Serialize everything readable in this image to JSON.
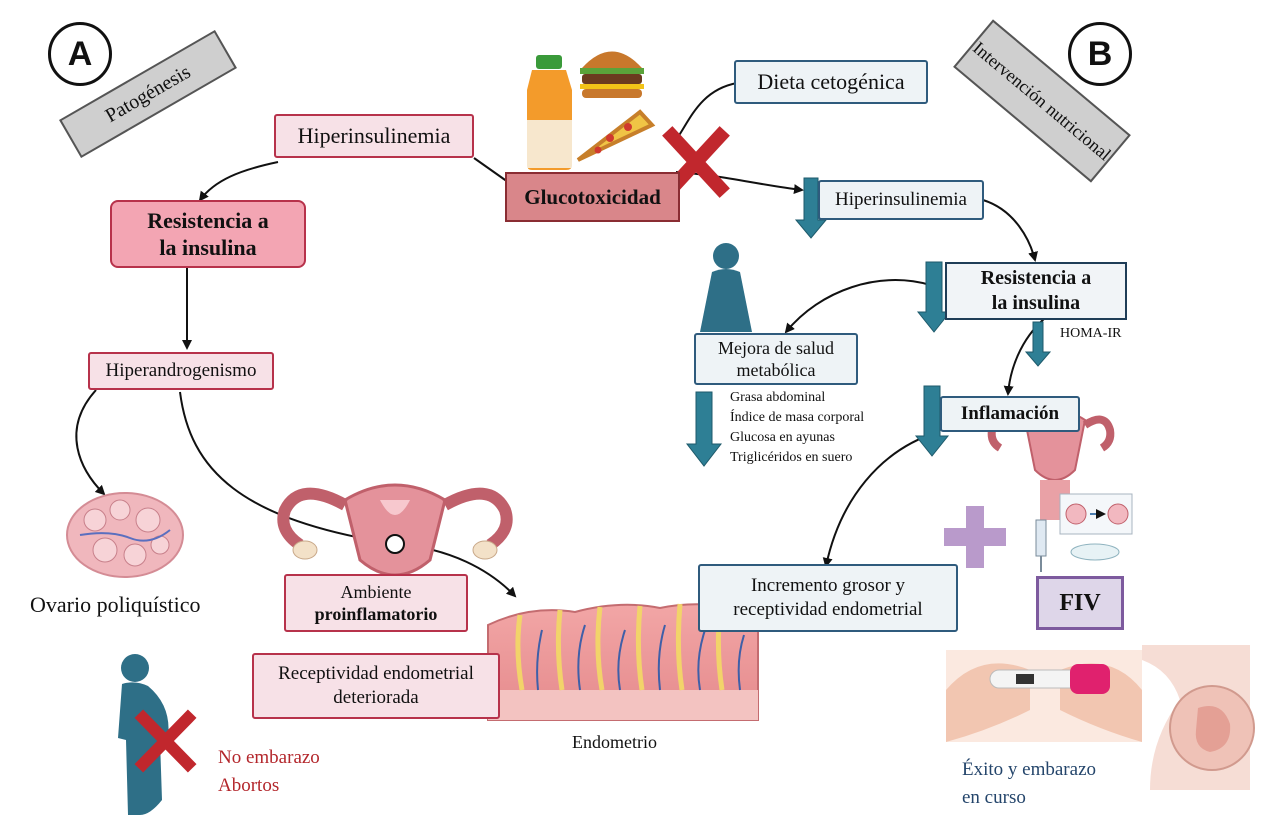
{
  "panels": {
    "a_label": "A",
    "b_label": "B",
    "a_tag": "Patogénesis",
    "b_tag": "Intervención nutricional"
  },
  "left": {
    "hiperinsulinemia": "Hiperinsulinemia",
    "resistencia_line1": "Resistencia a",
    "resistencia_line2": "la insulina",
    "hiperandrogenismo": "Hiperandrogenismo",
    "ovario": "Ovario poliquístico",
    "ambiente_line1": "Ambiente",
    "ambiente_line2": "proinflamatorio",
    "receptividad_line1": "Receptividad endometrial",
    "receptividad_line2": "deteriorada",
    "endometrio": "Endometrio",
    "outcome_line1": "No embarazo",
    "outcome_line2": "Abortos"
  },
  "center": {
    "glucotoxicidad": "Glucotoxicidad"
  },
  "right": {
    "dieta": "Dieta cetogénica",
    "hiperinsulinemia": "Hiperinsulinemia",
    "resistencia_line1": "Resistencia a",
    "resistencia_line2": "la insulina",
    "homa": "HOMA-IR",
    "mejora_line1": "Mejora de salud",
    "mejora_line2": "metabólica",
    "metrics": [
      "Grasa abdominal",
      "Índice de masa corporal",
      "Glucosa en ayunas",
      "Triglicéridos en suero"
    ],
    "inflamacion": "Inflamación",
    "incremento_line1": "Incremento grosor y",
    "incremento_line2": "receptividad endometrial",
    "fiv": "FIV",
    "exito_line1": "Éxito y embarazo",
    "exito_line2": "en curso"
  },
  "colors": {
    "pink_border": "#b7324b",
    "pink_fill": "#f7e1e7",
    "blue_border": "#2f5b7d",
    "teal_arrow": "#2e7f95",
    "red_cross": "#c1272d",
    "fiv_purple": "#7d5a9e"
  }
}
